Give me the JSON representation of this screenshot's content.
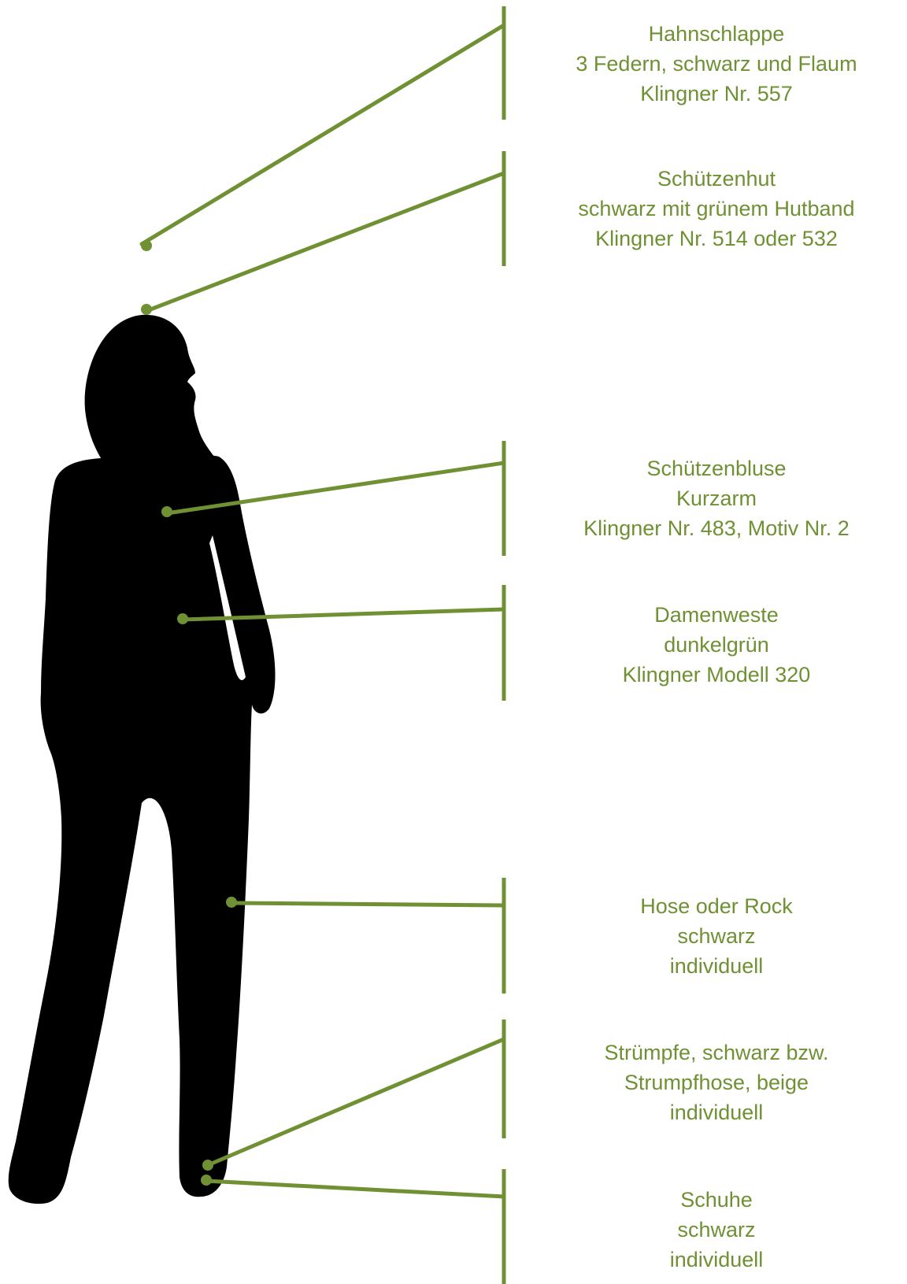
{
  "colors": {
    "accent": "#6f9134",
    "silhouette": "#000000",
    "background": "#ffffff"
  },
  "items": [
    {
      "id": "hahnschlappe",
      "lines": [
        "Hahnschlappe",
        "3 Federn, schwarz und Flaum",
        "Klingner Nr. 557"
      ]
    },
    {
      "id": "schuetzenhut",
      "lines": [
        "Schützenhut",
        "schwarz mit grünem Hutband",
        "Klingner Nr. 514 oder 532"
      ]
    },
    {
      "id": "schuetzenbluse",
      "lines": [
        "Schützenbluse",
        "Kurzarm",
        "Klingner Nr. 483, Motiv Nr. 2"
      ]
    },
    {
      "id": "damenweste",
      "lines": [
        "Damenweste",
        "dunkelgrün",
        "Klingner Modell 320"
      ]
    },
    {
      "id": "hose",
      "lines": [
        "Hose oder Rock",
        "schwarz",
        "individuell"
      ]
    },
    {
      "id": "struempfe",
      "lines": [
        "Strümpfe, schwarz bzw.",
        "Strumpfhose, beige",
        "individuell"
      ]
    },
    {
      "id": "schuhe",
      "lines": [
        "Schuhe",
        "schwarz",
        "individuell"
      ]
    }
  ]
}
